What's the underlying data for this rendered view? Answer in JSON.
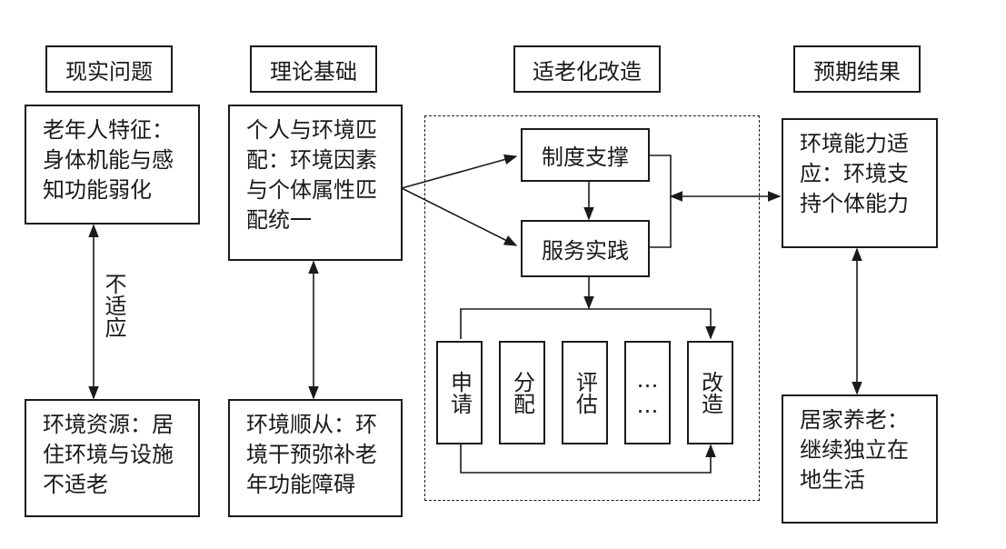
{
  "headers": {
    "reality": "现实问题",
    "theory": "理论基础",
    "renovation": "适老化改造",
    "expected": "预期结果"
  },
  "boxes": {
    "elderly_traits": "老年人特征：身体机能与感知功能弱化",
    "env_resources": "环境资源：居住环境与设施不适老",
    "person_env_fit": "个人与环境匹配：环境因素与个体属性匹配统一",
    "env_compliance": "环境顺从：环境干预弥补老年功能障碍",
    "institution_support": "制度支撑",
    "service_practice": "服务实践",
    "env_adaptation": "环境能力适应：环境支持个体能力",
    "home_care": "居家养老：继续独立在地生活"
  },
  "steps": [
    "申请",
    "分配",
    "评估",
    "……",
    "改造"
  ],
  "label_misfit": "不适应"
}
